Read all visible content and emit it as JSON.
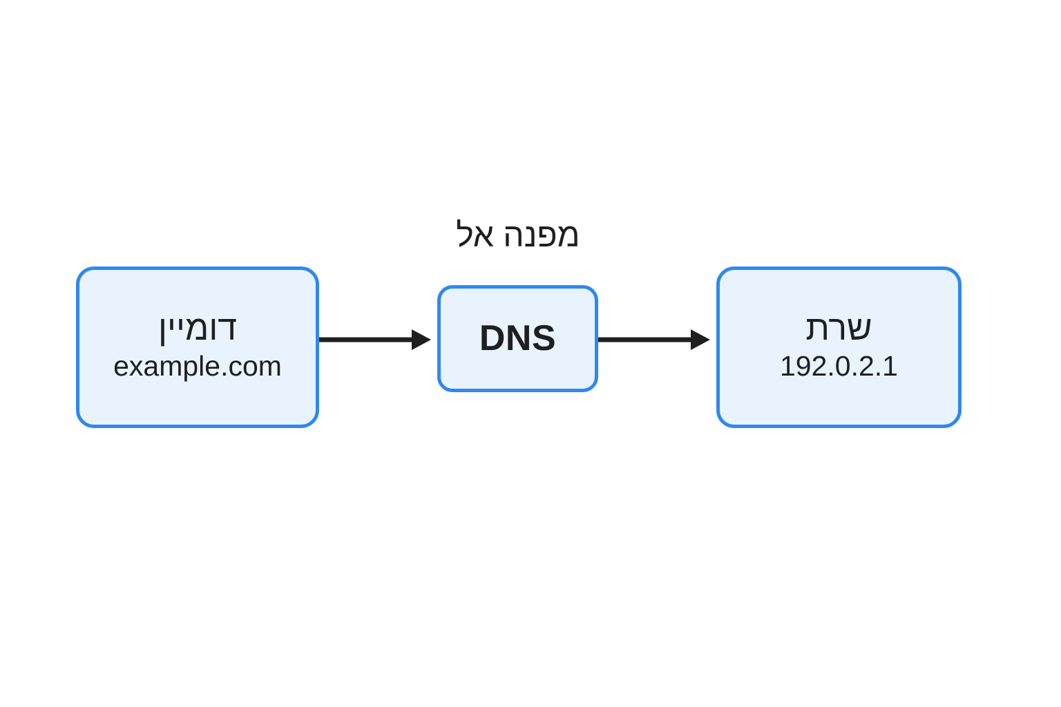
{
  "diagram": {
    "title_text": "",
    "background_color": "#ffffff",
    "node_fill_color": "#e8f3fd",
    "node_border_color": "#2f88f0",
    "text_color": "#1f1f1f",
    "arrow_color": "#1f1f1f",
    "direction": "rtl",
    "language": "he"
  },
  "nodes": [
    {
      "id": "domain",
      "title": "דומיין",
      "subtitle": "example.com"
    },
    {
      "id": "dns",
      "title": "DNS",
      "subtitle": ""
    },
    {
      "id": "server",
      "title": "שרת",
      "subtitle": "192.0.2.1"
    }
  ],
  "edges": [
    {
      "id": "domain-to-dns",
      "from": "domain",
      "to": "dns",
      "label": "",
      "icon": "arrow-right-icon"
    },
    {
      "id": "dns-to-server",
      "from": "dns",
      "to": "server",
      "label": "",
      "icon": "arrow-right-icon"
    }
  ],
  "annotations": {
    "dns_caption": "מפנה אל"
  },
  "chart_data": {
    "type": "diagram",
    "title": "",
    "flow": [
      "דומיין",
      "DNS",
      "שרת"
    ],
    "nodes": [
      {
        "label": "דומיין",
        "detail": "example.com"
      },
      {
        "label": "DNS",
        "detail": ""
      },
      {
        "label": "שרת",
        "detail": "192.0.2.1"
      }
    ],
    "links": [
      {
        "source": "דומיין",
        "target": "DNS",
        "label": ""
      },
      {
        "source": "DNS",
        "target": "שרת",
        "label": ""
      }
    ],
    "annotations": [
      {
        "text": "מפנה אל",
        "anchor": "DNS",
        "position": "above"
      }
    ]
  }
}
